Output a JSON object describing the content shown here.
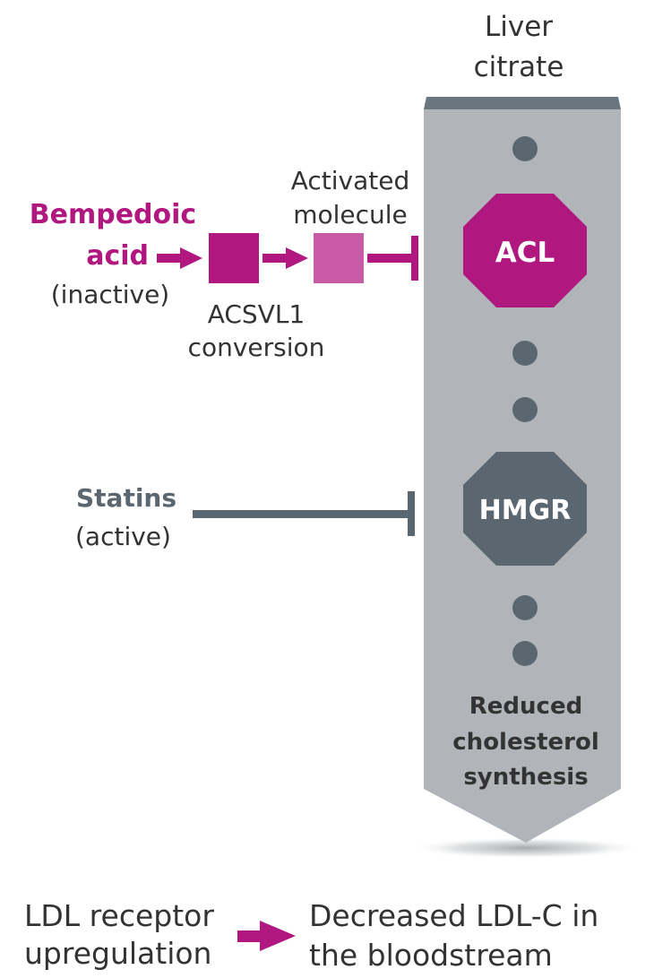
{
  "colors": {
    "magenta": "#b0177f",
    "magenta_light": "#c75ba6",
    "column": "#b1b5b9",
    "column_cap": "#6b757e",
    "slate": "#5b6770",
    "text_dark": "#333333",
    "white": "#ffffff"
  },
  "column": {
    "title_line1": "Liver",
    "title_line2": "citrate",
    "enzymes": [
      {
        "label": "ACL",
        "color_key": "magenta"
      },
      {
        "label": "HMGR",
        "color_key": "slate"
      }
    ],
    "result_line1": "Reduced",
    "result_line2": "cholesterol",
    "result_line3": "synthesis"
  },
  "bempedoic": {
    "name_line1": "Bempedoic",
    "name_line2": "acid",
    "state": "(inactive)",
    "activated_line1": "Activated",
    "activated_line2": "molecule",
    "conversion_line1": "ACSVL1",
    "conversion_line2": "conversion"
  },
  "statins": {
    "name": "Statins",
    "state": "(active)"
  },
  "outcome": {
    "left_line1": "LDL receptor",
    "left_line2": "upregulation",
    "right_line1": "Decreased LDL-C in",
    "right_line2": "the bloodstream"
  }
}
